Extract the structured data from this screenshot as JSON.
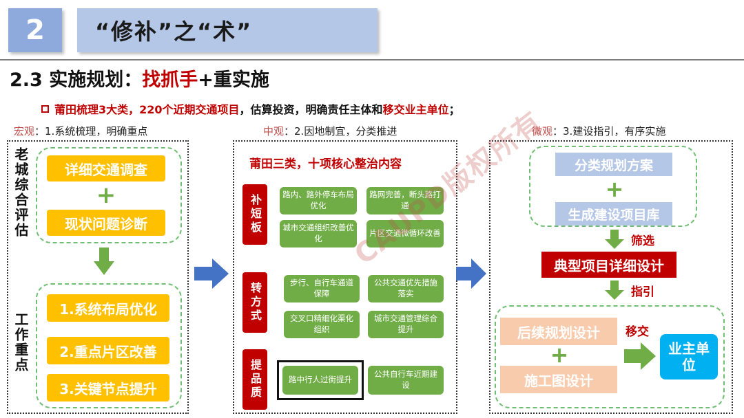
{
  "header": {
    "section_number": "2",
    "section_title": "“修补”之“术”"
  },
  "subtitle": {
    "prefix": "2.3 实施规划：",
    "highlight": "找抓手",
    "suffix": "+重实施"
  },
  "bullet": {
    "part1": "莆田梳理3大类，220个近期交通项目",
    "part2": "，估算投资，明确责任主体和",
    "part3": "移交业主单位",
    "part4": "；"
  },
  "columns": {
    "macro": {
      "key": "宏观",
      "text": "：1.系统梳理，明确重点"
    },
    "meso": {
      "key": "中观",
      "text": "：2.因地制宜，分类推进"
    },
    "micro": {
      "key": "微观",
      "text": "：3.建设指引，有序实施"
    }
  },
  "left": {
    "side_label_top": "老城综合评估",
    "side_label_bottom": "工作重点",
    "top_items": [
      "详细交通调查",
      "现状问题诊断"
    ],
    "bottom_items": [
      "1.系统布局优化",
      "2.重点片区改善",
      "3.关键节点提升"
    ],
    "plus": "+"
  },
  "middle": {
    "title": "莆田三类，十项核心整治内容",
    "groups": [
      {
        "tab": "补短板",
        "items": [
          "路内、路外停车布局优化",
          "路网完善，断头路打通",
          "城市交通组织改善优化",
          "片区交通微循环改善"
        ]
      },
      {
        "tab": "转方式",
        "items": [
          "步行、自行车通道保障",
          "公共交通优先措施落实",
          "交叉口精细化渠化组织",
          "城市交通管理综合提升"
        ]
      },
      {
        "tab": "提品质",
        "items": [
          "路中行人过街提升",
          "公共自行车近期建设"
        ]
      }
    ]
  },
  "right": {
    "plan_items": [
      "分类规划方案",
      "生成建设项目库"
    ],
    "screen_label": "筛选",
    "detail_design": "典型项目详细设计",
    "guide_label": "指引",
    "followup_items": [
      "后续规划设计",
      "施工图设计"
    ],
    "transfer_label": "移交",
    "owner": "业主单位",
    "plus": "+"
  },
  "watermark": "CAUPD版权所有",
  "colors": {
    "accent_red": "#c00000",
    "yellow": "#ffc000",
    "green": "#70ad47",
    "light_blue": "#b4c7e7",
    "blue_arrow": "#4472c4",
    "cyan": "#00b0f0",
    "peach": "#f8cbad"
  }
}
